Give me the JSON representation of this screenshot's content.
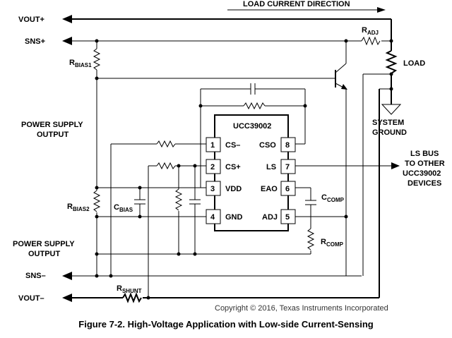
{
  "figure": {
    "load_current_direction": "LOAD CURRENT DIRECTION",
    "copyright": "Copyright © 2016, Texas Instruments Incorporated",
    "caption": "Figure 7-2. High-Voltage Application with Low-side Current-Sensing"
  },
  "terminals": {
    "vout_plus": "VOUT+",
    "sns_plus": "SNS+",
    "sns_minus": "SNS–",
    "vout_minus": "VOUT–"
  },
  "power_supply_top": [
    "POWER SUPPLY",
    "OUTPUT"
  ],
  "power_supply_bottom": [
    "POWER SUPPLY",
    "OUTPUT"
  ],
  "load": "LOAD",
  "system_ground": [
    "SYSTEM",
    "GROUND"
  ],
  "ls_bus": [
    "LS BUS",
    "TO OTHER",
    "UCC39002",
    "DEVICES"
  ],
  "components": {
    "r_adj": {
      "main": "R",
      "sub": "ADJ"
    },
    "r_bias1": {
      "main": "R",
      "sub": "BIAS1"
    },
    "r_bias2": {
      "main": "R",
      "sub": "BIAS2"
    },
    "c_bias": {
      "main": "C",
      "sub": "BIAS"
    },
    "c_comp": {
      "main": "C",
      "sub": "COMP"
    },
    "r_comp": {
      "main": "R",
      "sub": "COMP"
    },
    "r_shunt": {
      "main": "R",
      "sub": "SHUNT"
    }
  },
  "ic": {
    "name": "UCC39002",
    "pins": [
      {
        "num": "1",
        "name": "CS–"
      },
      {
        "num": "2",
        "name": "CS+"
      },
      {
        "num": "3",
        "name": "VDD"
      },
      {
        "num": "4",
        "name": "GND"
      },
      {
        "num": "8",
        "name": "CSO"
      },
      {
        "num": "7",
        "name": "LS"
      },
      {
        "num": "6",
        "name": "EAO"
      },
      {
        "num": "5",
        "name": "ADJ"
      }
    ]
  }
}
